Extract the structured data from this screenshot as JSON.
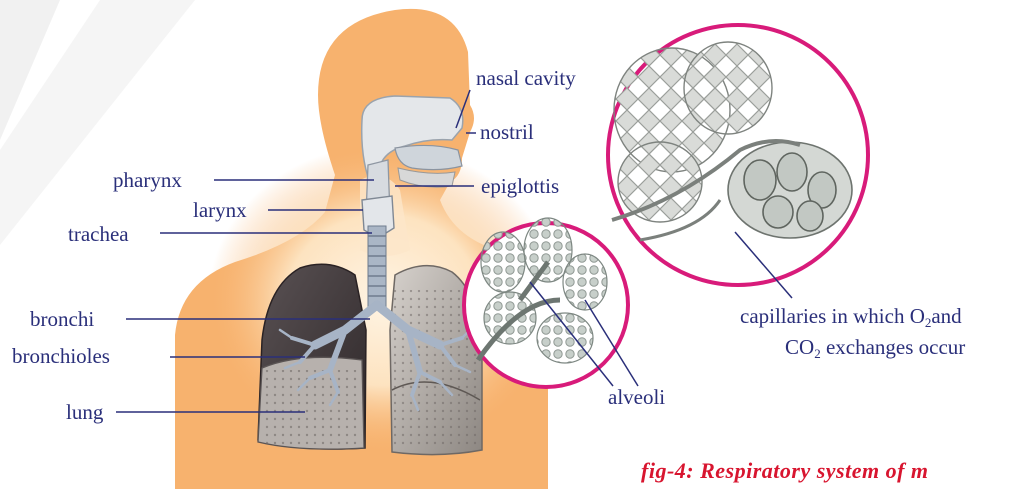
{
  "labels": {
    "nasal_cavity": "nasal cavity",
    "nostril": "nostril",
    "pharynx": "pharynx",
    "epiglottis": "epiglottis",
    "larynx": "larynx",
    "trachea": "trachea",
    "bronchi": "bronchi",
    "bronchioles": "bronchioles",
    "lung": "lung",
    "alveoli": "alveoli",
    "capillaries_line1_a": "capillaries in which O",
    "capillaries_line1_sub": "2",
    "capillaries_line1_b": "and",
    "capillaries_line2_a": "CO",
    "capillaries_line2_sub": "2",
    "capillaries_line2_b": " exchanges occur"
  },
  "caption": "fig-4: Respiratory system of m",
  "colors": {
    "body_skin": "#f7b26e",
    "body_glow": "#fde3c0",
    "label_blue": "#2a2f7a",
    "callout_circle": "#d81b7a",
    "caption_red": "#d8152f",
    "lung_gray": "#8c8a88",
    "lung_dark": "#3a3436",
    "airway_blue": "#9aa9bf",
    "alveoli_gray": "#b9c2bd"
  }
}
